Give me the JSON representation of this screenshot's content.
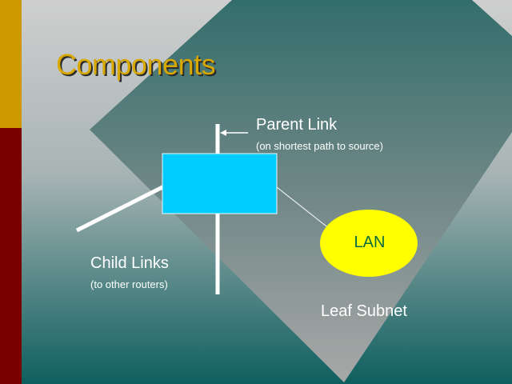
{
  "slide": {
    "title": "Components",
    "router_label": "",
    "parent_link": {
      "label": "Parent Link",
      "note": "(on shortest path to source)"
    },
    "child_links": {
      "label": "Child Links",
      "note": "(to other routers)"
    },
    "lan": {
      "label": "LAN"
    },
    "leaf_subnet": {
      "label": "Leaf Subnet"
    }
  },
  "colors": {
    "background_top": "#c8c8c8",
    "background_bottom": "#0f6060",
    "diamond_top": "#3f7775",
    "diamond_bottom": "#a2a2a2",
    "accent_gold": "#CC9900",
    "accent_red": "#7a0000",
    "title": "#D9A800",
    "router_box": "#00CCFF",
    "lan_fill": "#FFFF00",
    "lan_text": "#0a6b3c",
    "link_lines": "#ffffff",
    "text": "#ffffff"
  }
}
